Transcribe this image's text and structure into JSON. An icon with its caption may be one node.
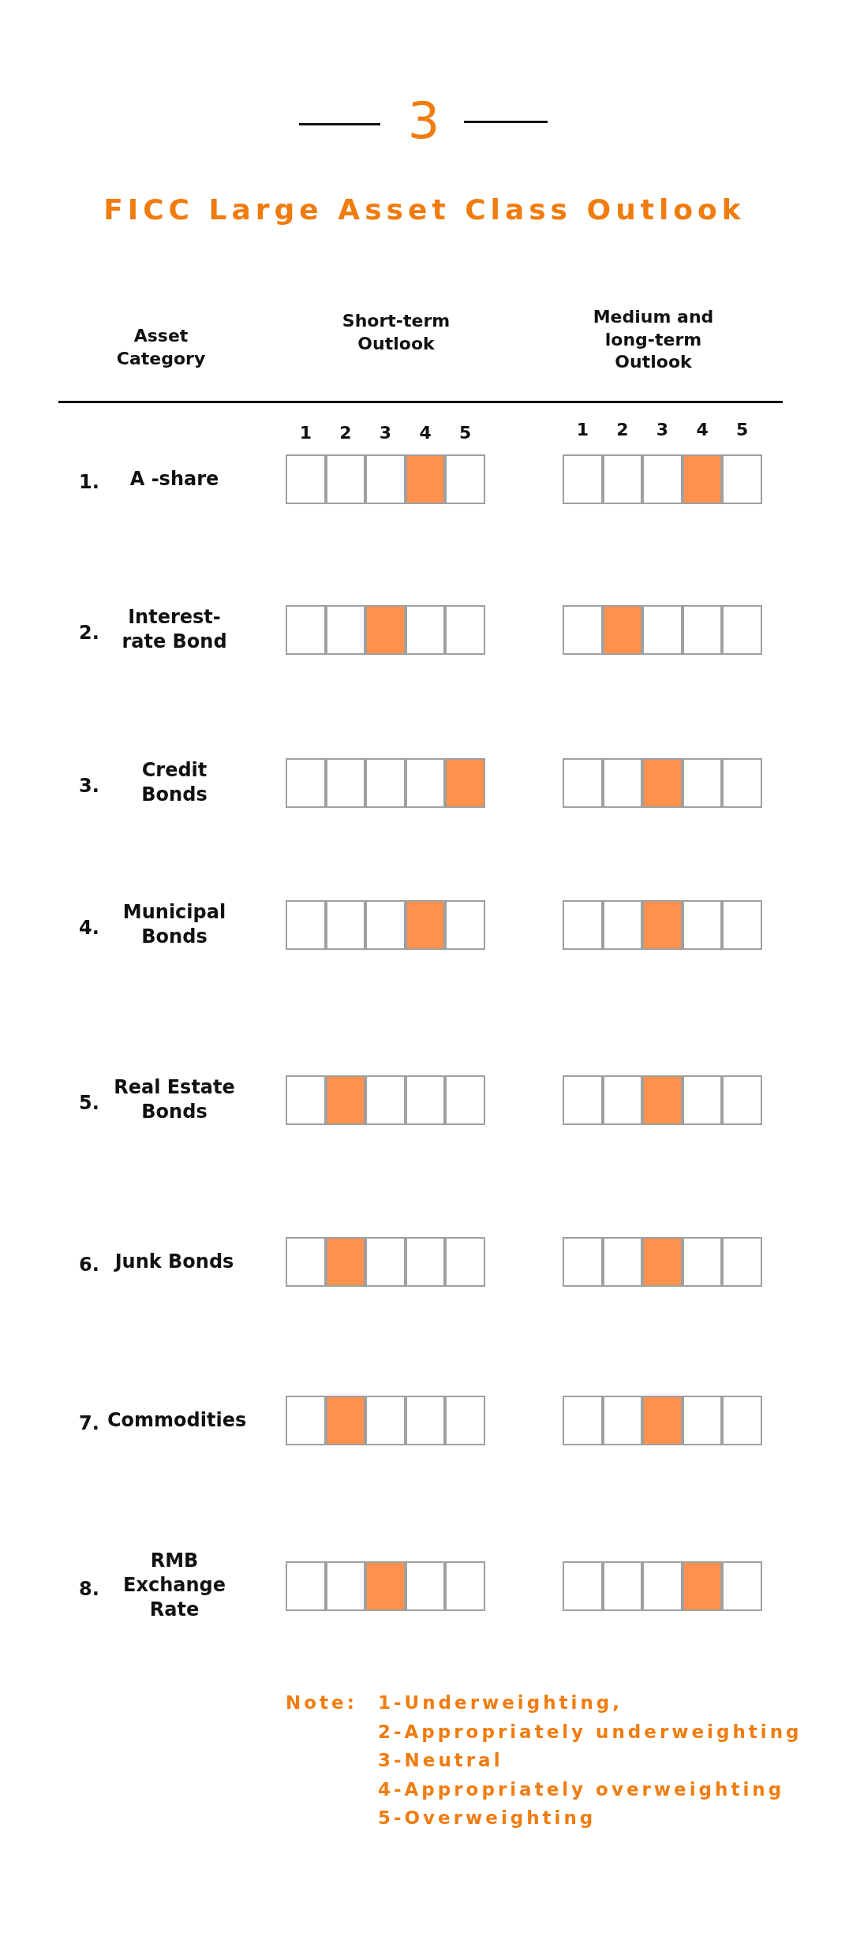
{
  "diagram": {
    "title": "FICC Large Asset Class Outlook",
    "labels": [
      "3",
      "Asset Category",
      "Short-term Outlook",
      "Medium and long-term Outlook",
      "1",
      "2",
      "3",
      "4",
      "5",
      "1",
      "2",
      "3",
      "4",
      "5",
      "1.",
      "A -share",
      "2.",
      "Interest-rate Bond",
      "3.",
      "Credit Bonds",
      "4.",
      "Municipal Bonds",
      "5.",
      "Real Estate Bonds",
      "6.",
      "Junk Bonds",
      "7.",
      "Commodities",
      "8.",
      "RMB Exchange Rate",
      "Note:",
      "1-Underweighting,",
      "2-Appropriately underweighting",
      "3-Neutral",
      "4-Appropriately overweighting",
      "5-Overweighting"
    ]
  }
}
